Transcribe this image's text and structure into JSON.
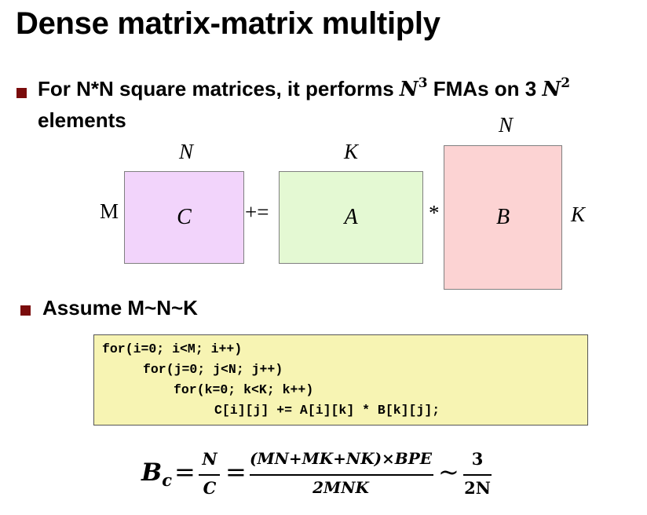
{
  "slide": {
    "title": "Dense matrix-matrix multiply",
    "bullet1": {
      "text_a": "For N*N square matrices, it performs ",
      "math_a": "N",
      "math_a_sup": "3",
      "text_b": " FMAs on 3 ",
      "math_b": "N",
      "math_b_sup": "2",
      "text_c": "elements"
    },
    "bullet2": {
      "text": "Assume M~N~K"
    }
  },
  "diagram": {
    "matrix_c": {
      "label": "C",
      "top_dim": "N",
      "left_dim": "M",
      "color": "#f2d4fb"
    },
    "op_plus_eq": "+=",
    "matrix_a": {
      "label": "A",
      "top_dim": "K",
      "color": "#e4f9d3"
    },
    "op_times": "*",
    "matrix_b": {
      "label": "B",
      "top_dim": "N",
      "right_dim": "K",
      "color": "#fcd3d3"
    }
  },
  "code": {
    "lines": [
      "for(i=0; i<M; i++)",
      "for(j=0; j<N; j++)",
      "for(k=0; k<K; k++)",
      "C[i][j] += A[i][k] * B[k][j];"
    ],
    "background": "#f7f4b3"
  },
  "formula": {
    "lhs": "B",
    "lhs_sub": "c",
    "eq1": "=",
    "frac1_num": "N",
    "frac1_den": "C",
    "eq2": "=",
    "frac2_num": "(MN+MK+NK)×BPE",
    "frac2_den": "2MNK",
    "approx": "~",
    "frac3_num": "3",
    "frac3_den": "2N"
  }
}
